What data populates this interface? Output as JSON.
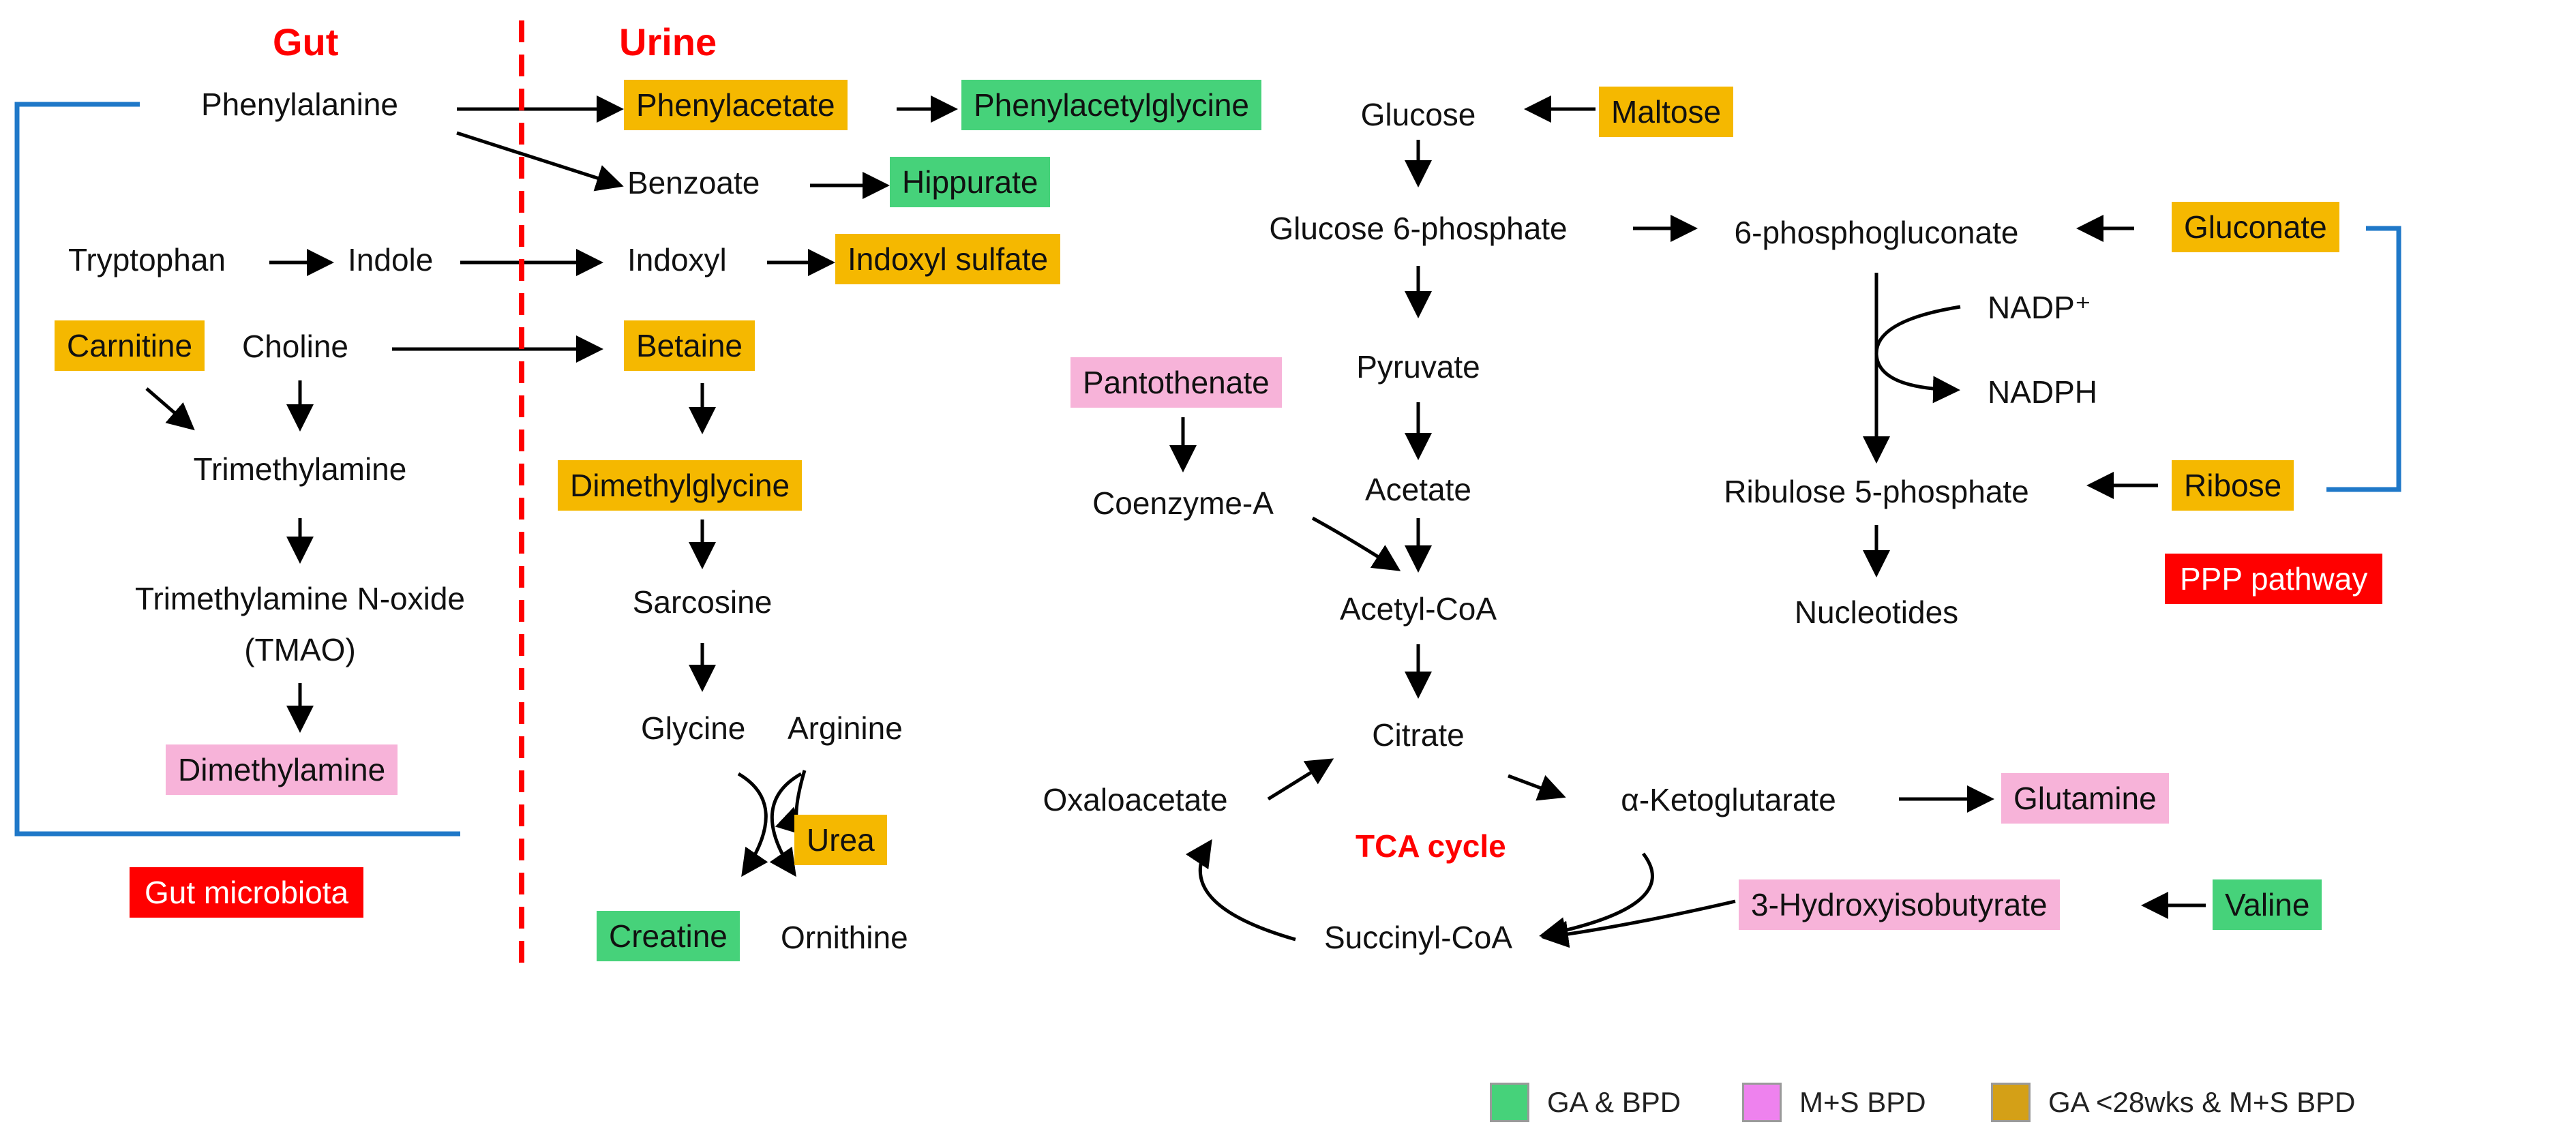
{
  "headers": {
    "gut": "Gut",
    "urine": "Urine",
    "tca_cycle": "TCA cycle"
  },
  "labels": {
    "phenylalanine": "Phenylalanine",
    "benzoate": "Benzoate",
    "tryptophan": "Tryptophan",
    "indole": "Indole",
    "indoxyl": "Indoxyl",
    "choline": "Choline",
    "trimethylamine": "Trimethylamine",
    "tmao_1": "Trimethylamine N-oxide",
    "tmao_2": "(TMAO)",
    "sarcosine": "Sarcosine",
    "glycine": "Glycine",
    "arginine": "Arginine",
    "ornithine": "Ornithine",
    "glucose": "Glucose",
    "glucose6p": "Glucose 6-phosphate",
    "phosphogluconate": "6-phosphogluconate",
    "nadp": "NADP⁺",
    "nadph": "NADPH",
    "pyruvate": "Pyruvate",
    "acetate": "Acetate",
    "coenzyme_a": "Coenzyme-A",
    "acetyl_coa": "Acetyl-CoA",
    "citrate": "Citrate",
    "oxaloacetate": "Oxaloacetate",
    "ketoglutarate": "α-Ketoglutarate",
    "succinyl_coa": "Succinyl-CoA",
    "ribulose": "Ribulose 5-phosphate",
    "nucleotides": "Nucleotides"
  },
  "boxes": {
    "phenylacetate": "Phenylacetate",
    "phenylacetylglycine": "Phenylacetylglycine",
    "hippurate": "Hippurate",
    "indoxyl_sulfate": "Indoxyl sulfate",
    "carnitine": "Carnitine",
    "betaine": "Betaine",
    "dimethylglycine": "Dimethylglycine",
    "dimethylamine": "Dimethylamine",
    "urea": "Urea",
    "creatine": "Creatine",
    "maltose": "Maltose",
    "gluconate": "Gluconate",
    "pantothenate": "Pantothenate",
    "ribose": "Ribose",
    "glutamine": "Glutamine",
    "hydroxyisobutyrate": "3-Hydroxyisobutyrate",
    "valine": "Valine",
    "gut_microbiota": "Gut microbiota",
    "ppp_pathway": "PPP pathway"
  },
  "legend": [
    {
      "label": "GA & BPD",
      "color": "#46d27a"
    },
    {
      "label": "M+S BPD",
      "color": "#ee82ee"
    },
    {
      "label": "GA <28wks & M+S BPD",
      "color": "#d4a017"
    }
  ],
  "colors": {
    "gut_bracket": "#1f78c8",
    "divider": "#ff0000",
    "header": "#ff0000",
    "ga_bpd": "#46d27a",
    "ms_bpd": "#f7b3d9",
    "ga28_ms_bpd": "#f5b800"
  }
}
